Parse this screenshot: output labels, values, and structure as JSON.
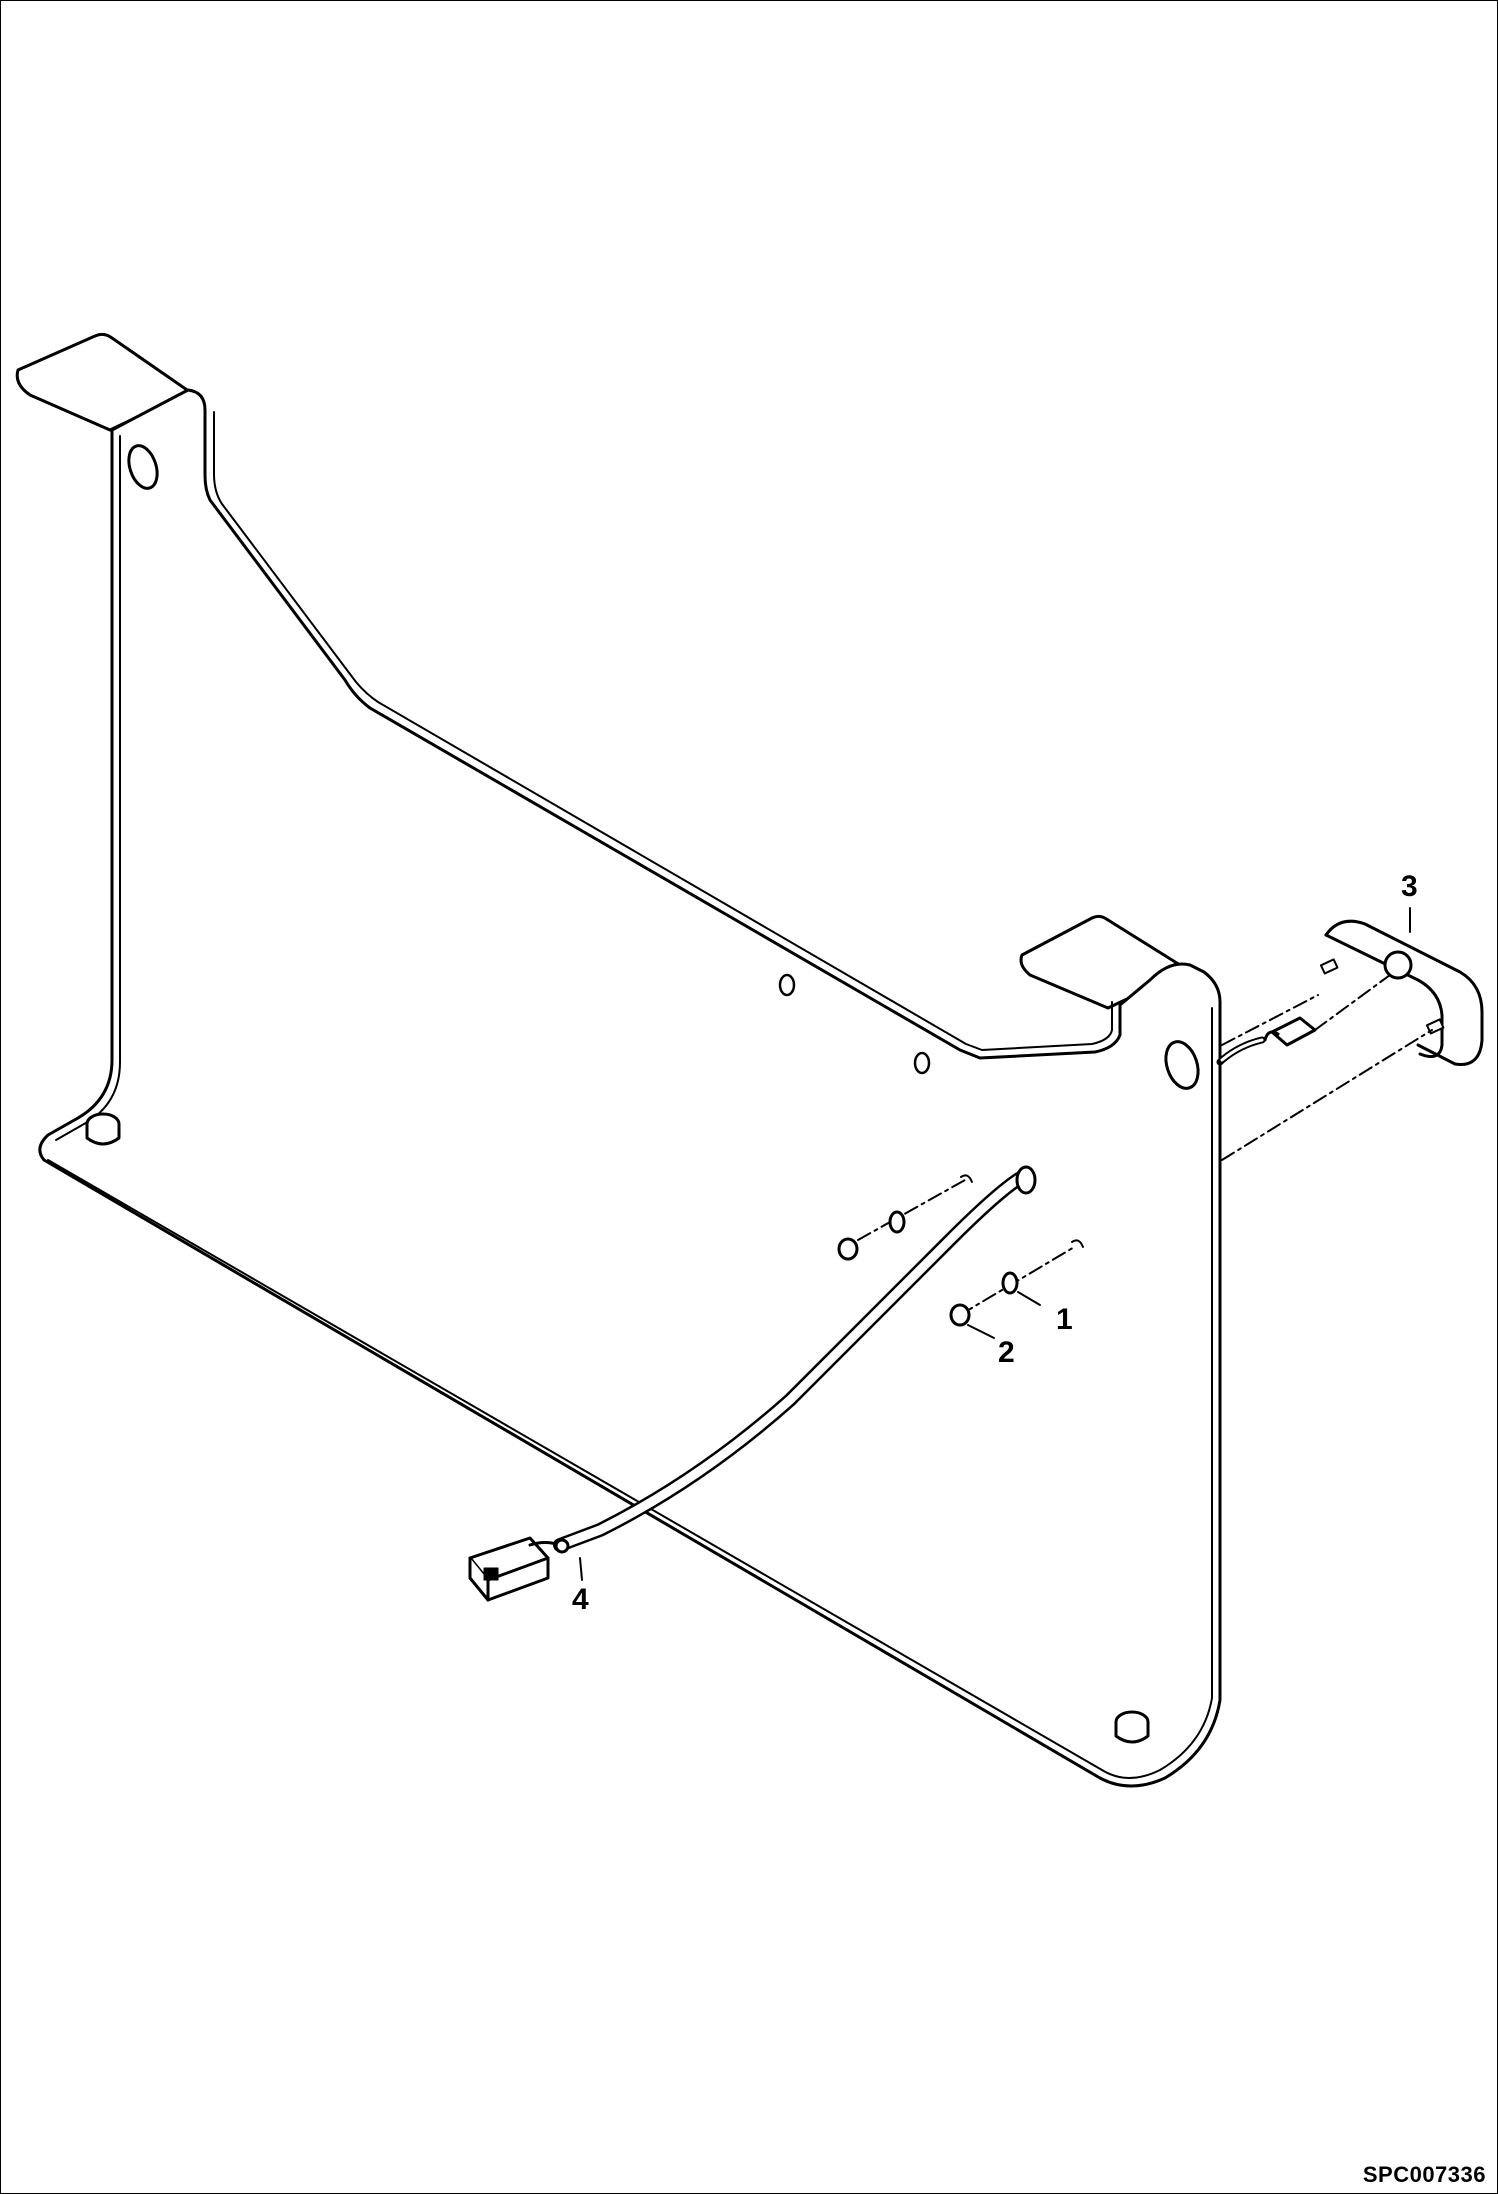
{
  "callouts": {
    "item_1": "1",
    "item_2": "2",
    "item_3": "3",
    "item_4": "4"
  },
  "document_code": "SPC007336",
  "colors": {
    "line": "#000000",
    "fill_plate": "#ffffff",
    "fill_part": "#e6e6e6"
  }
}
